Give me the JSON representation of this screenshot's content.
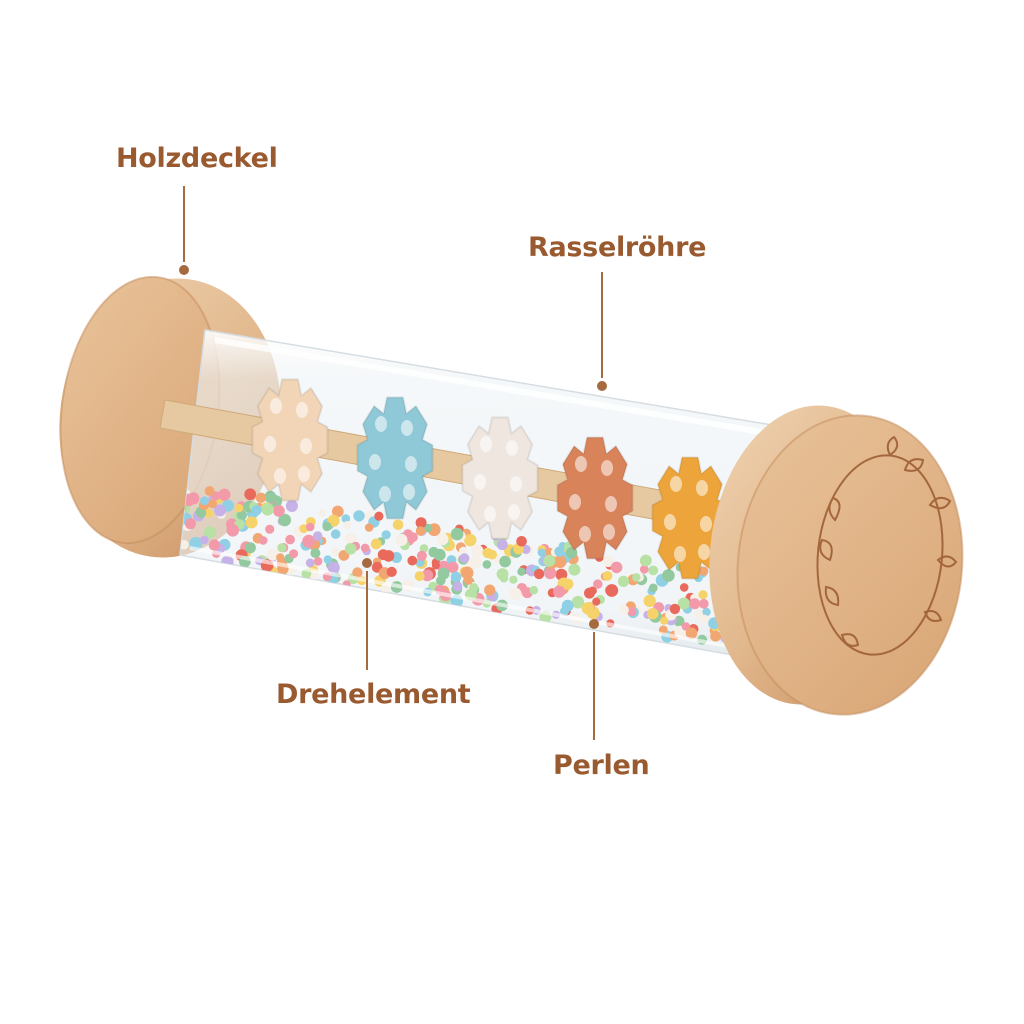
{
  "colors": {
    "label": "#9a5a30",
    "leader": "#a56a40",
    "wood": "#e2b98e",
    "wood_dark": "#c98f5f",
    "wood_light": "#efd2b1",
    "tube": "#eef3f6",
    "rod": "#e6c9a0"
  },
  "labels": {
    "holzdeckel": "Holzdeckel",
    "rasselroehre": "Rasselröhre",
    "drehelement": "Drehelement",
    "perlen": "Perlen"
  },
  "rotor_colors": [
    "#f2d5b7",
    "#8fc8d6",
    "#efe6df",
    "#d9835a",
    "#eda43a"
  ],
  "bead_colors": [
    "#f29aa9",
    "#8fd0e4",
    "#f6d36a",
    "#b8e1a6",
    "#f2a672",
    "#c7b2e8",
    "#f7f0e8",
    "#e96a5d",
    "#93c99f"
  ]
}
